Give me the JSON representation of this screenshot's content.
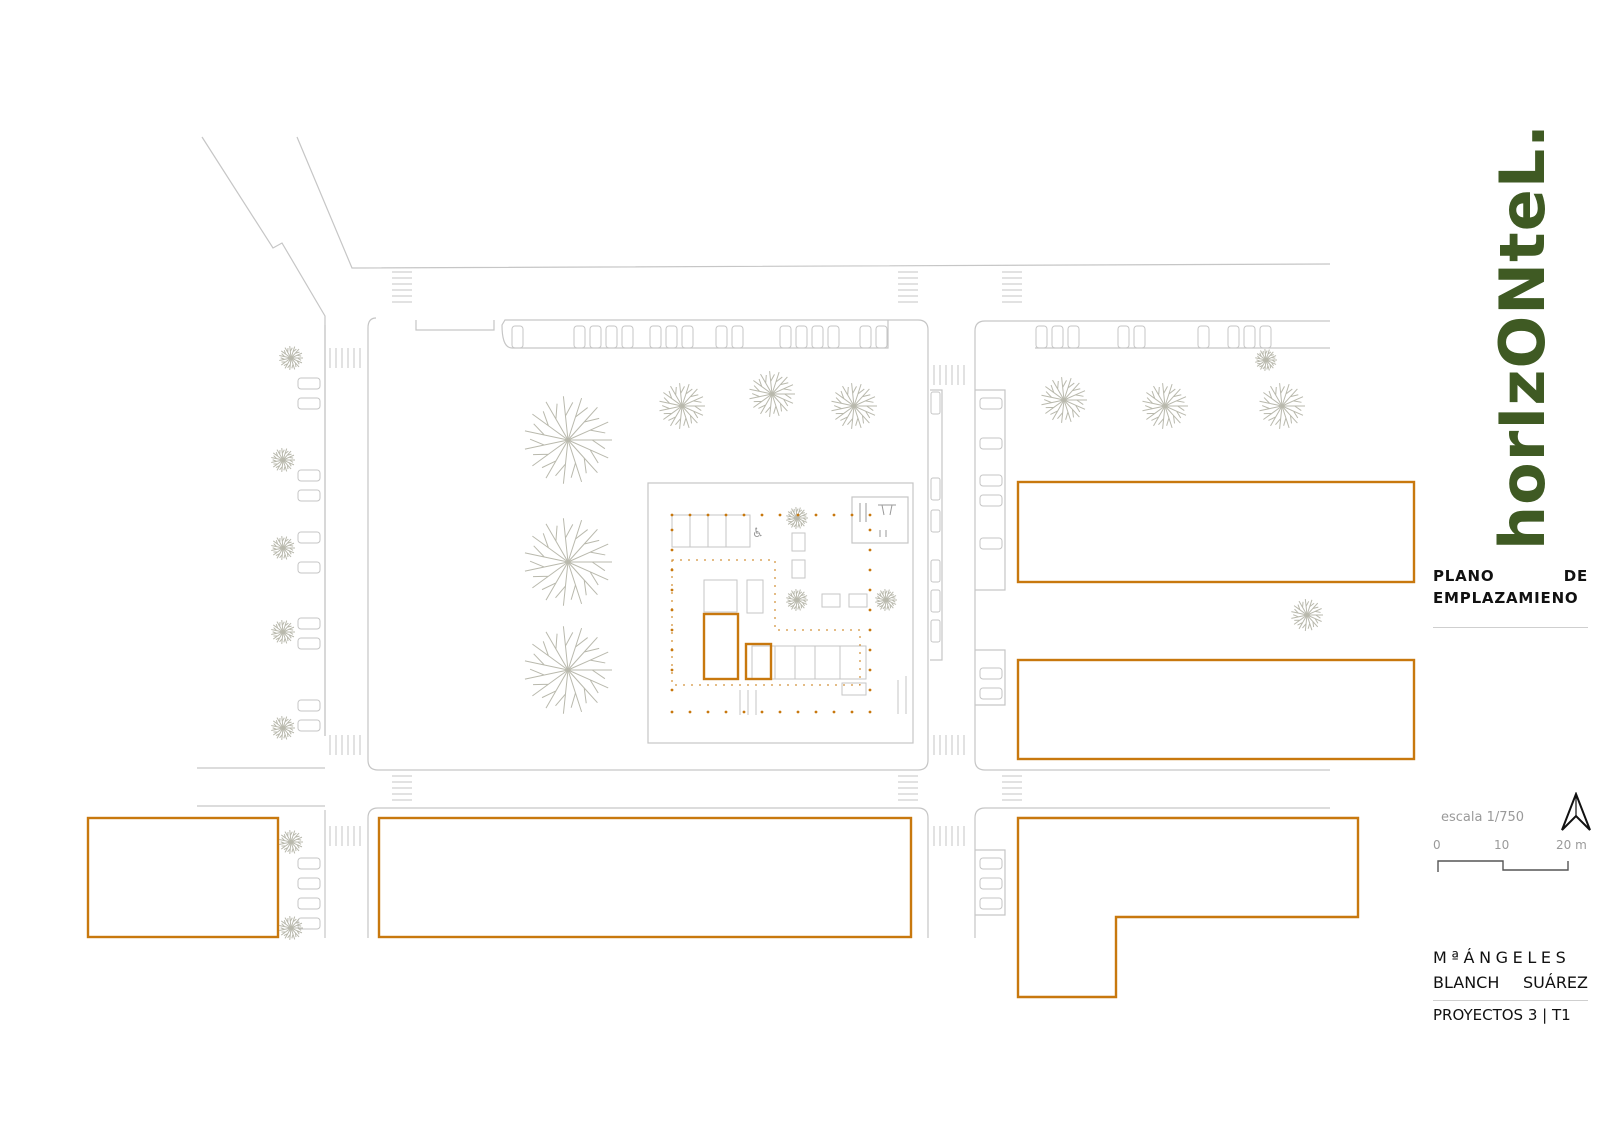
{
  "colors": {
    "logo_green": "#3f5a23",
    "building_orange": "#c8780e",
    "line_gray": "#c6c6c6",
    "tree_gray": "#b9b9ad",
    "text_dark": "#111111",
    "text_gray": "#9a9a9a"
  },
  "branding": {
    "logo_text": "horIzONteL."
  },
  "sheet": {
    "title_line1_word1": "PLANO",
    "title_line1_word2": "DE",
    "title_line2": "EMPLAZAMIENO",
    "scale_label": "escala 1/750",
    "scale_ticks": [
      "0",
      "10",
      "20 m"
    ],
    "author_line1": "MªÁNGELES",
    "author_line2_word1": "BLANCH",
    "author_line2_word2": "SUÁREZ",
    "course": "PROYECTOS 3 | T1"
  },
  "icons": {
    "north_arrow": "north-arrow-icon",
    "accessible": "wheelchair-icon"
  }
}
